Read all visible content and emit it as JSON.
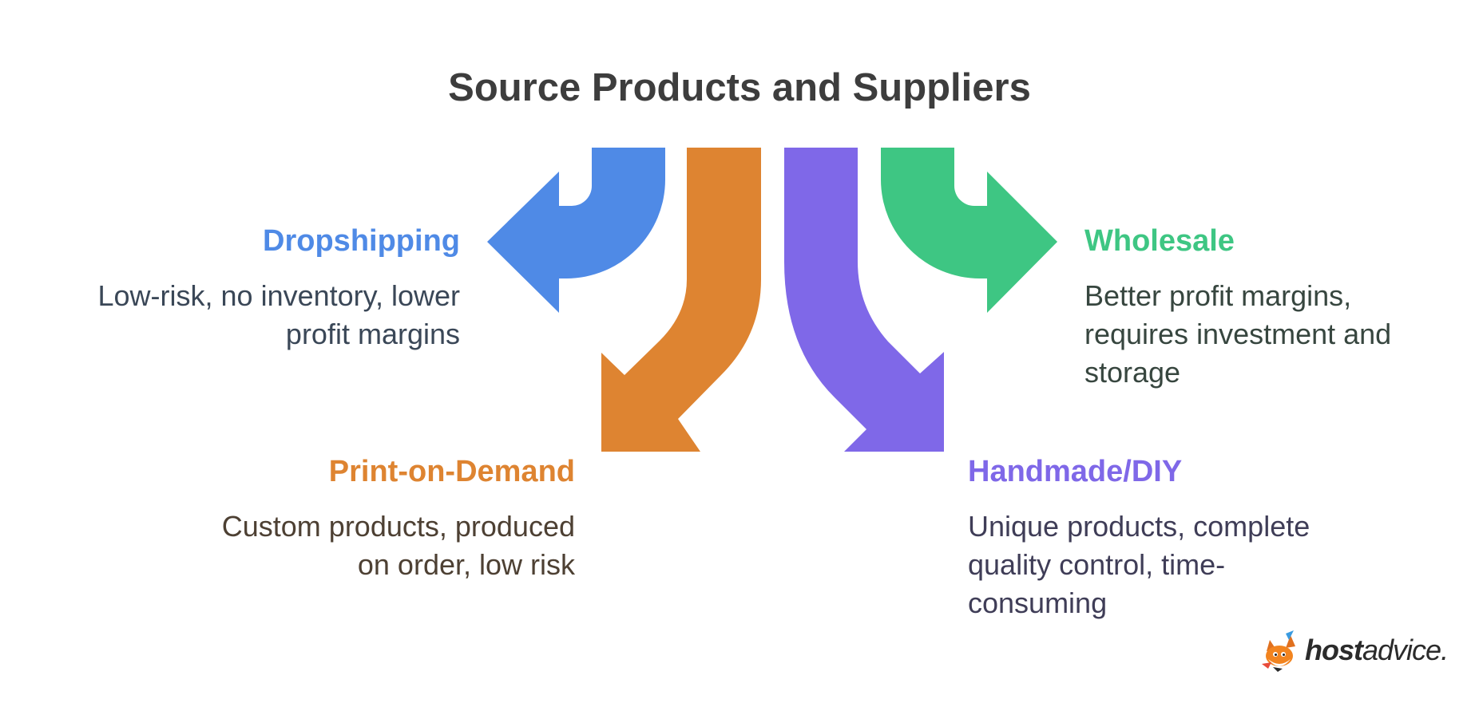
{
  "title": "Source Products and Suppliers",
  "colors": {
    "dropshipping": "#4f8ae6",
    "print_on_demand": "#de8431",
    "handmade": "#7f68e8",
    "wholesale": "#3ec683"
  },
  "branches": {
    "dropshipping": {
      "heading": "Dropshipping",
      "line1": "Low-risk, no inventory, lower",
      "line2": "profit margins"
    },
    "print_on_demand": {
      "heading": "Print-on-Demand",
      "line1": "Custom products, produced",
      "line2": "on order, low risk"
    },
    "handmade": {
      "heading": "Handmade/DIY",
      "line1": "Unique products, complete",
      "line2": "quality control, time-",
      "line3": "consuming"
    },
    "wholesale": {
      "heading": "Wholesale",
      "line1": "Better profit margins,",
      "line2": "requires investment and",
      "line3": "storage"
    }
  },
  "logo": {
    "bold": "host",
    "regular": "advice."
  }
}
